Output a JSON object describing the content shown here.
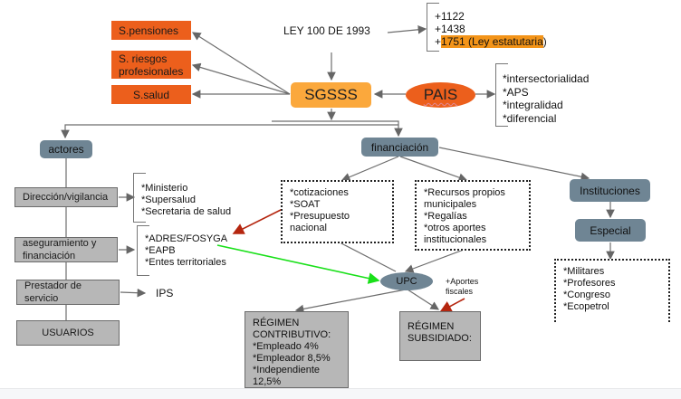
{
  "diagram": {
    "title": "LEY 100 DE 1993",
    "laws": [
      "+1122",
      "+1438"
    ],
    "law_highlight": {
      "prefix": "+",
      "highlighted": "1751 (Ley estatutaria",
      "suffix": ")"
    },
    "center": "SGSSS",
    "pais": "PAIS",
    "pais_items": [
      "*intersectorialidad",
      "*APS",
      "*integralidad",
      "*diferencial"
    ],
    "subsystems": [
      "S.pensiones",
      "S. riesgos profesionales",
      "S.salud"
    ],
    "actores": {
      "label": "actores",
      "roles": [
        "Dirección/vigilancia",
        "aseguramiento y financiación",
        "Prestador de servicio",
        "USUARIOS"
      ],
      "direccion_items": [
        "*Ministerio",
        "*Supersalud",
        "*Secretaria de salud"
      ],
      "aseguramiento_items": [
        "*ADRES/FOSYGA",
        "*EAPB",
        "*Entes territoriales"
      ],
      "prestador_target": "IPS"
    },
    "financiacion": {
      "label": "financiación",
      "sources_left": [
        "*cotizaciones",
        "*SOAT",
        "*Presupuesto nacional"
      ],
      "sources_right": [
        "*Recursos propios municipales",
        "*Regalías",
        "*otros aportes institucionales"
      ],
      "upc": "UPC",
      "aportes_fiscales": "+Aportes fiscales",
      "contributivo": [
        "RÉGIMEN CONTRIBUTIVO:",
        "*Empleado 4%",
        "*Empleador 8,5%",
        "*Independiente 12,5%"
      ],
      "subsidiado": [
        "RÉGIMEN SUBSIDIADO:"
      ]
    },
    "instituciones": {
      "label": "Instituciones",
      "especial": "Especial",
      "items": [
        "*Militares",
        "*Profesores",
        "*Congreso",
        "*Ecopetrol"
      ]
    }
  },
  "colors": {
    "orange": "#ec5f1c",
    "sgsss": "#fba83c",
    "highlight": "#f39419",
    "slate": "#6f8594",
    "gray_box": "#b7b7b7",
    "red_arrow": "#b5260f",
    "green_arrow": "#19e019"
  }
}
